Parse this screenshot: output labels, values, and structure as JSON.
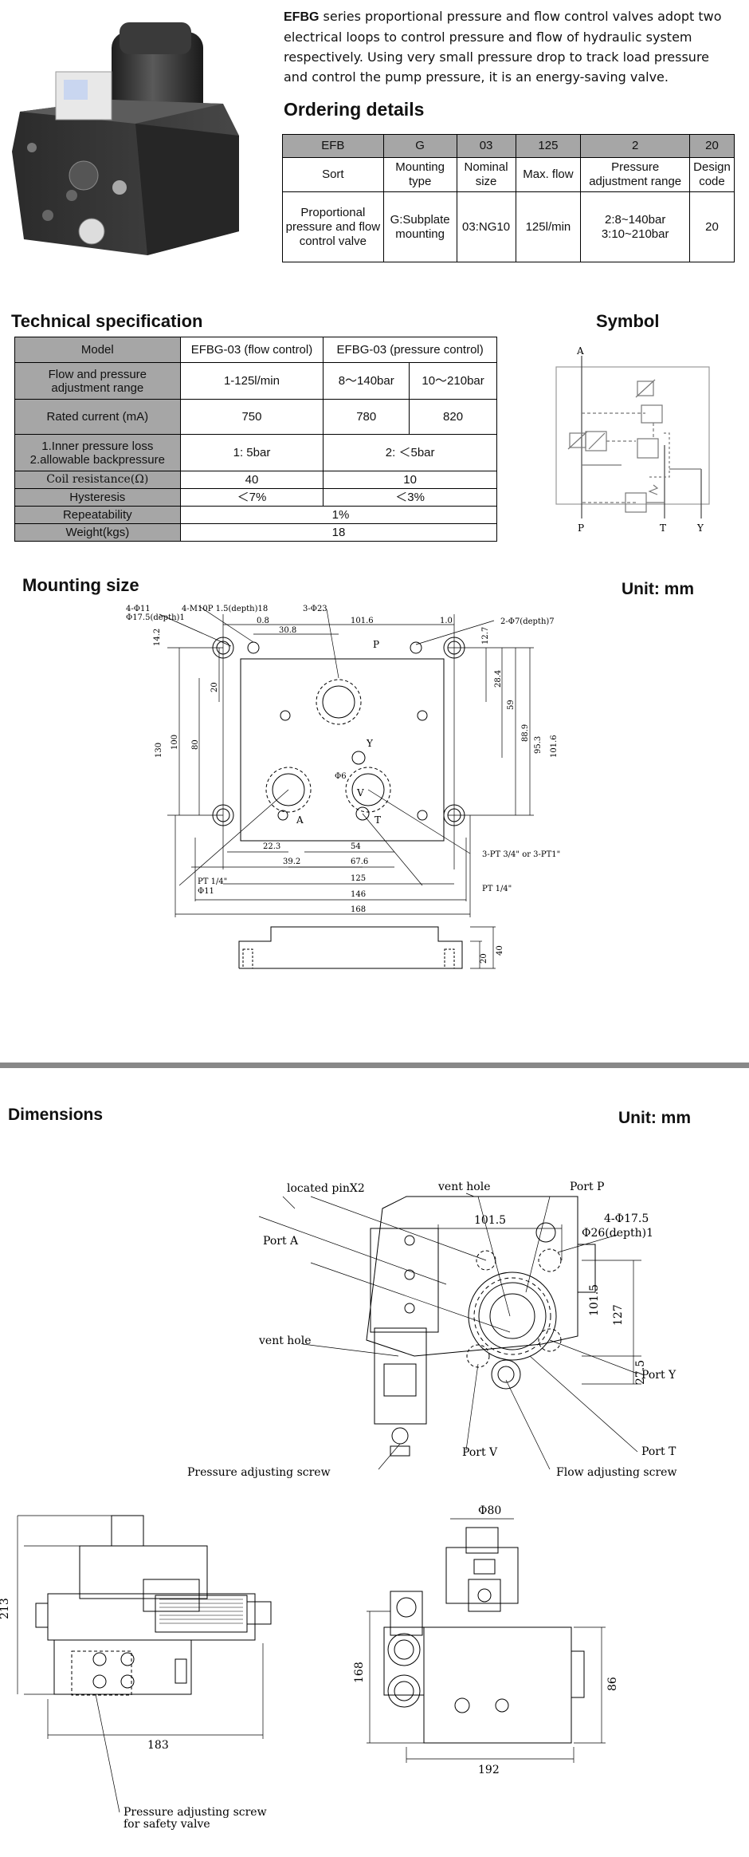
{
  "intro": {
    "brand": "EFBG",
    "text": " series proportional pressure and flow control valves adopt two electrical loops to control pressure and flow of hydraulic system respectively. Using very small pressure drop to track load pressure and control the pump pressure, it is an energy-saving valve."
  },
  "ordering": {
    "title": "Ordering details",
    "codes": [
      "EFB",
      "G",
      "03",
      "125",
      "2",
      "20"
    ],
    "headers": [
      "Sort",
      "Mounting type",
      "Nominal size",
      "Max. flow",
      "Pressure adjustment range",
      "Design code"
    ],
    "values": [
      "Proportional pressure and flow control valve",
      "G:Subplate mounting",
      "03:NG10",
      "125l/min",
      "2:8~140bar\n3:10~210bar",
      "20"
    ]
  },
  "tech": {
    "title": "Technical specification",
    "model_label": "Model",
    "model_flow": "EFBG-03 (flow control)",
    "model_pressure": "EFBG-03 (pressure control)",
    "rows": {
      "range_label": "Flow and pressure adjustment range",
      "range_flow": "1-125l/min",
      "range_p1": "8～140bar",
      "range_p2": "10～210bar",
      "current_label": "Rated current (mA)",
      "current_flow": "750",
      "current_p1": "780",
      "current_p2": "820",
      "loss_label_1": "1.Inner pressure loss",
      "loss_label_2": "2.allowable backpressure",
      "loss_flow": "1: 5bar",
      "loss_pressure": "2: ＜5bar",
      "coil_label": "Coil resistance(Ω)",
      "coil_flow": "40",
      "coil_pressure": "10",
      "hyst_label": "Hysteresis",
      "hyst_flow": "＜7%",
      "hyst_pressure": "＜3%",
      "rep_label": "Repeatability",
      "rep_value": "1%",
      "weight_label": "Weight(kgs)",
      "weight_value": "18"
    }
  },
  "symbol": {
    "title": "Symbol",
    "port_a": "A",
    "port_p": "P",
    "port_t": "T",
    "port_y": "Y"
  },
  "mounting": {
    "title": "Mounting size",
    "unit": "Unit: mm",
    "labels": {
      "hole_spec_1": "4-Φ11",
      "hole_spec_2": "Φ17.5(depth)1",
      "thread_spec": "4-M10P  1.5(depth)18",
      "port_spec": "3-Φ23",
      "pin_spec": "2-Φ7(depth)7",
      "d0_8": "0.8",
      "d101_6": "101.6",
      "d1_0": "1.0",
      "d30_8": "30.8",
      "d14_2": "14.2",
      "d12_7": "12.7",
      "d20": "20",
      "d28_4": "28.4",
      "d59": "59",
      "d88_9": "88.9",
      "d95_3": "95.3",
      "d101_6v": "101.6",
      "d80": "80",
      "d100": "100",
      "d130": "130",
      "p": "P",
      "y": "Y",
      "phi6": "Φ6",
      "v": "V",
      "a": "A",
      "t": "T",
      "d22_3": "22.3",
      "d39_2": "39.2",
      "d54": "54",
      "d67_6": "67.6",
      "d125": "125",
      "d146": "146",
      "d168": "168",
      "pt_note": "3-PT 3/4\" or 3-PT1\"",
      "pt_left_1": "PT 1/4\"",
      "pt_left_2": "Φ11",
      "pt_right": "PT 1/4\"",
      "side_20": "20",
      "side_40": "40"
    }
  },
  "dimensions": {
    "title": "Dimensions",
    "unit": "Unit: mm",
    "labels": {
      "located_pin": "located pinX2",
      "vent_hole_top": "vent hole",
      "port_p": "Port P",
      "hole_spec_1": "4-Φ17.5",
      "hole_spec_2": "Φ26(depth)1",
      "port_a": "Port A",
      "d101_5": "101.5",
      "d101_5v": "101.5",
      "d127": "127",
      "vent_hole_left": "vent hole",
      "port_y": "Port Y",
      "d27_5": "27.5",
      "port_v": "Port V",
      "port_t": "Port T",
      "pressure_screw": "Pressure adjusting screw",
      "flow_screw": "Flow adjusting screw",
      "d213": "213",
      "d183": "183",
      "safety_1": "Pressure adjusting screw",
      "safety_2": "for safety valve",
      "phi80": "Φ80",
      "d168": "168",
      "d86": "86",
      "d192": "192"
    }
  }
}
